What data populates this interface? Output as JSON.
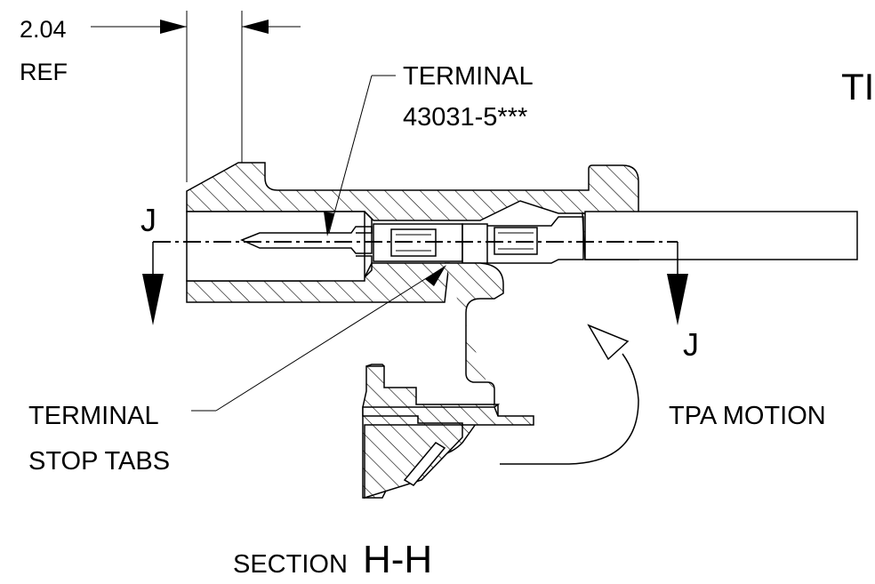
{
  "dimension": {
    "value": "2.04",
    "suffix": "REF"
  },
  "callouts": {
    "terminal": {
      "line1": "TERMINAL",
      "line2": "43031-5***"
    },
    "stop_tabs": {
      "line1": "TERMINAL",
      "line2": "STOP TABS"
    },
    "tpa_motion": "TPA MOTION",
    "partial_title": "TI"
  },
  "section_markers": {
    "left": "J",
    "right": "J"
  },
  "section_title": {
    "prefix": "SECTION",
    "id": "H-H"
  }
}
